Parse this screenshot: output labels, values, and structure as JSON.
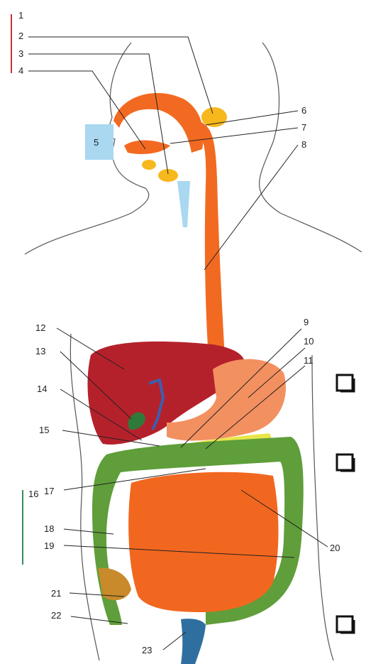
{
  "labels": [
    "1",
    "2",
    "3",
    "4",
    "5",
    "6",
    "7",
    "8",
    "9",
    "10",
    "11",
    "12",
    "13",
    "14",
    "15",
    "16",
    "17",
    "18",
    "19",
    "20",
    "21",
    "22",
    "23"
  ],
  "colors": {
    "esophagus": "#f26a21",
    "liver": "#b5212b",
    "stomach": "#f39060",
    "large_intestine": "#5f9e3a",
    "small_intestine": "#f2671f",
    "gland": "#f6b81c",
    "pancreas": "#e8e64a",
    "gallbladder": "#2f7a3a",
    "nasal": "#a9d8f0",
    "rectum": "#2f6fa0",
    "bracket_red": "#c8323a",
    "bracket_green": "#3a8a5a"
  },
  "checkbox_icons": [
    "checkbox-icon",
    "checkbox-icon",
    "checkbox-icon"
  ]
}
